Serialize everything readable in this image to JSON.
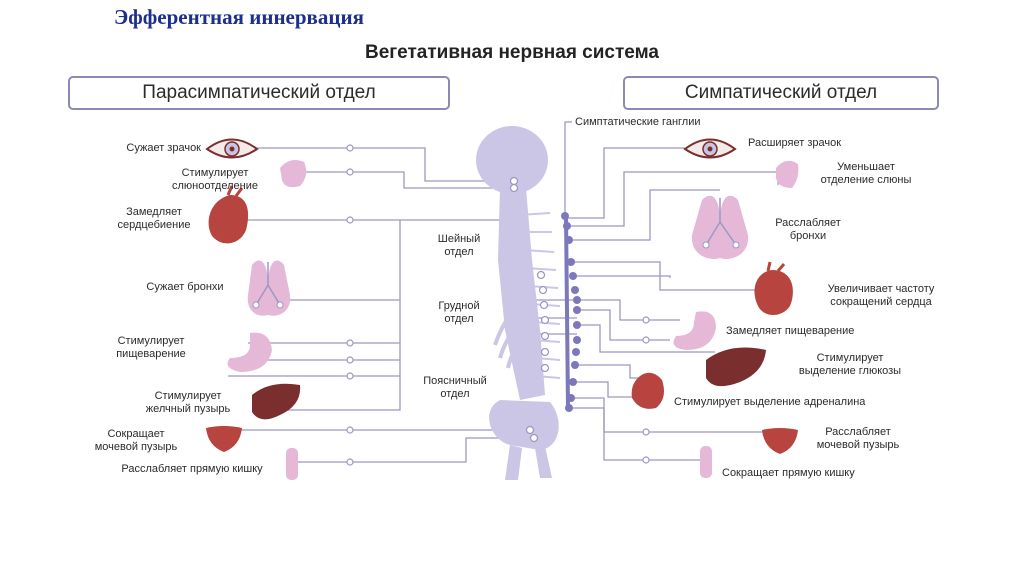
{
  "slide_title": "Эфферентная иннервация",
  "diagram_title": "Вегетативная нервная система",
  "parasympathetic": {
    "header": "Парасимпатический отдел",
    "effects": [
      "Сужает зрачок",
      "Стимулирует\nслюноотделение",
      "Замедляет\nсердцебиение",
      "Сужает бронхи",
      "Стимулирует\nпищеварение",
      "Стимулирует\nжелчный пузырь",
      "Сокращает\nмочевой пузырь",
      "Расслабляет прямую кишку"
    ]
  },
  "sympathetic": {
    "header": "Симпатический отдел",
    "ganglia_label": "Симптатические ганглии",
    "effects": [
      "Расширяет зрачок",
      "Уменьшает\nотделение слюны",
      "Расслабляет\nбронхи",
      "Увеличивает частоту\nсокращений сердца",
      "Замедляет пищеварение",
      "Стимулирует\nвыделение глюкозы",
      "Стимулирует выделение адреналина",
      "Расслабляет\nмочевой пузырь",
      "Сокращает прямую кишку"
    ]
  },
  "spine_sections": {
    "cervical": "Шейный\nотдел",
    "thoracic": "Грудной\nотдел",
    "lumbar": "Поясничный\nотдел"
  },
  "colors": {
    "title_blue": "#1d2f8c",
    "line": "#9d97c4",
    "ganglia": "#7d77bb",
    "body": "#cbc5e6",
    "organ_red": "#b7443e",
    "liver": "#7a2e2e",
    "pink": "#e5b8d8"
  }
}
